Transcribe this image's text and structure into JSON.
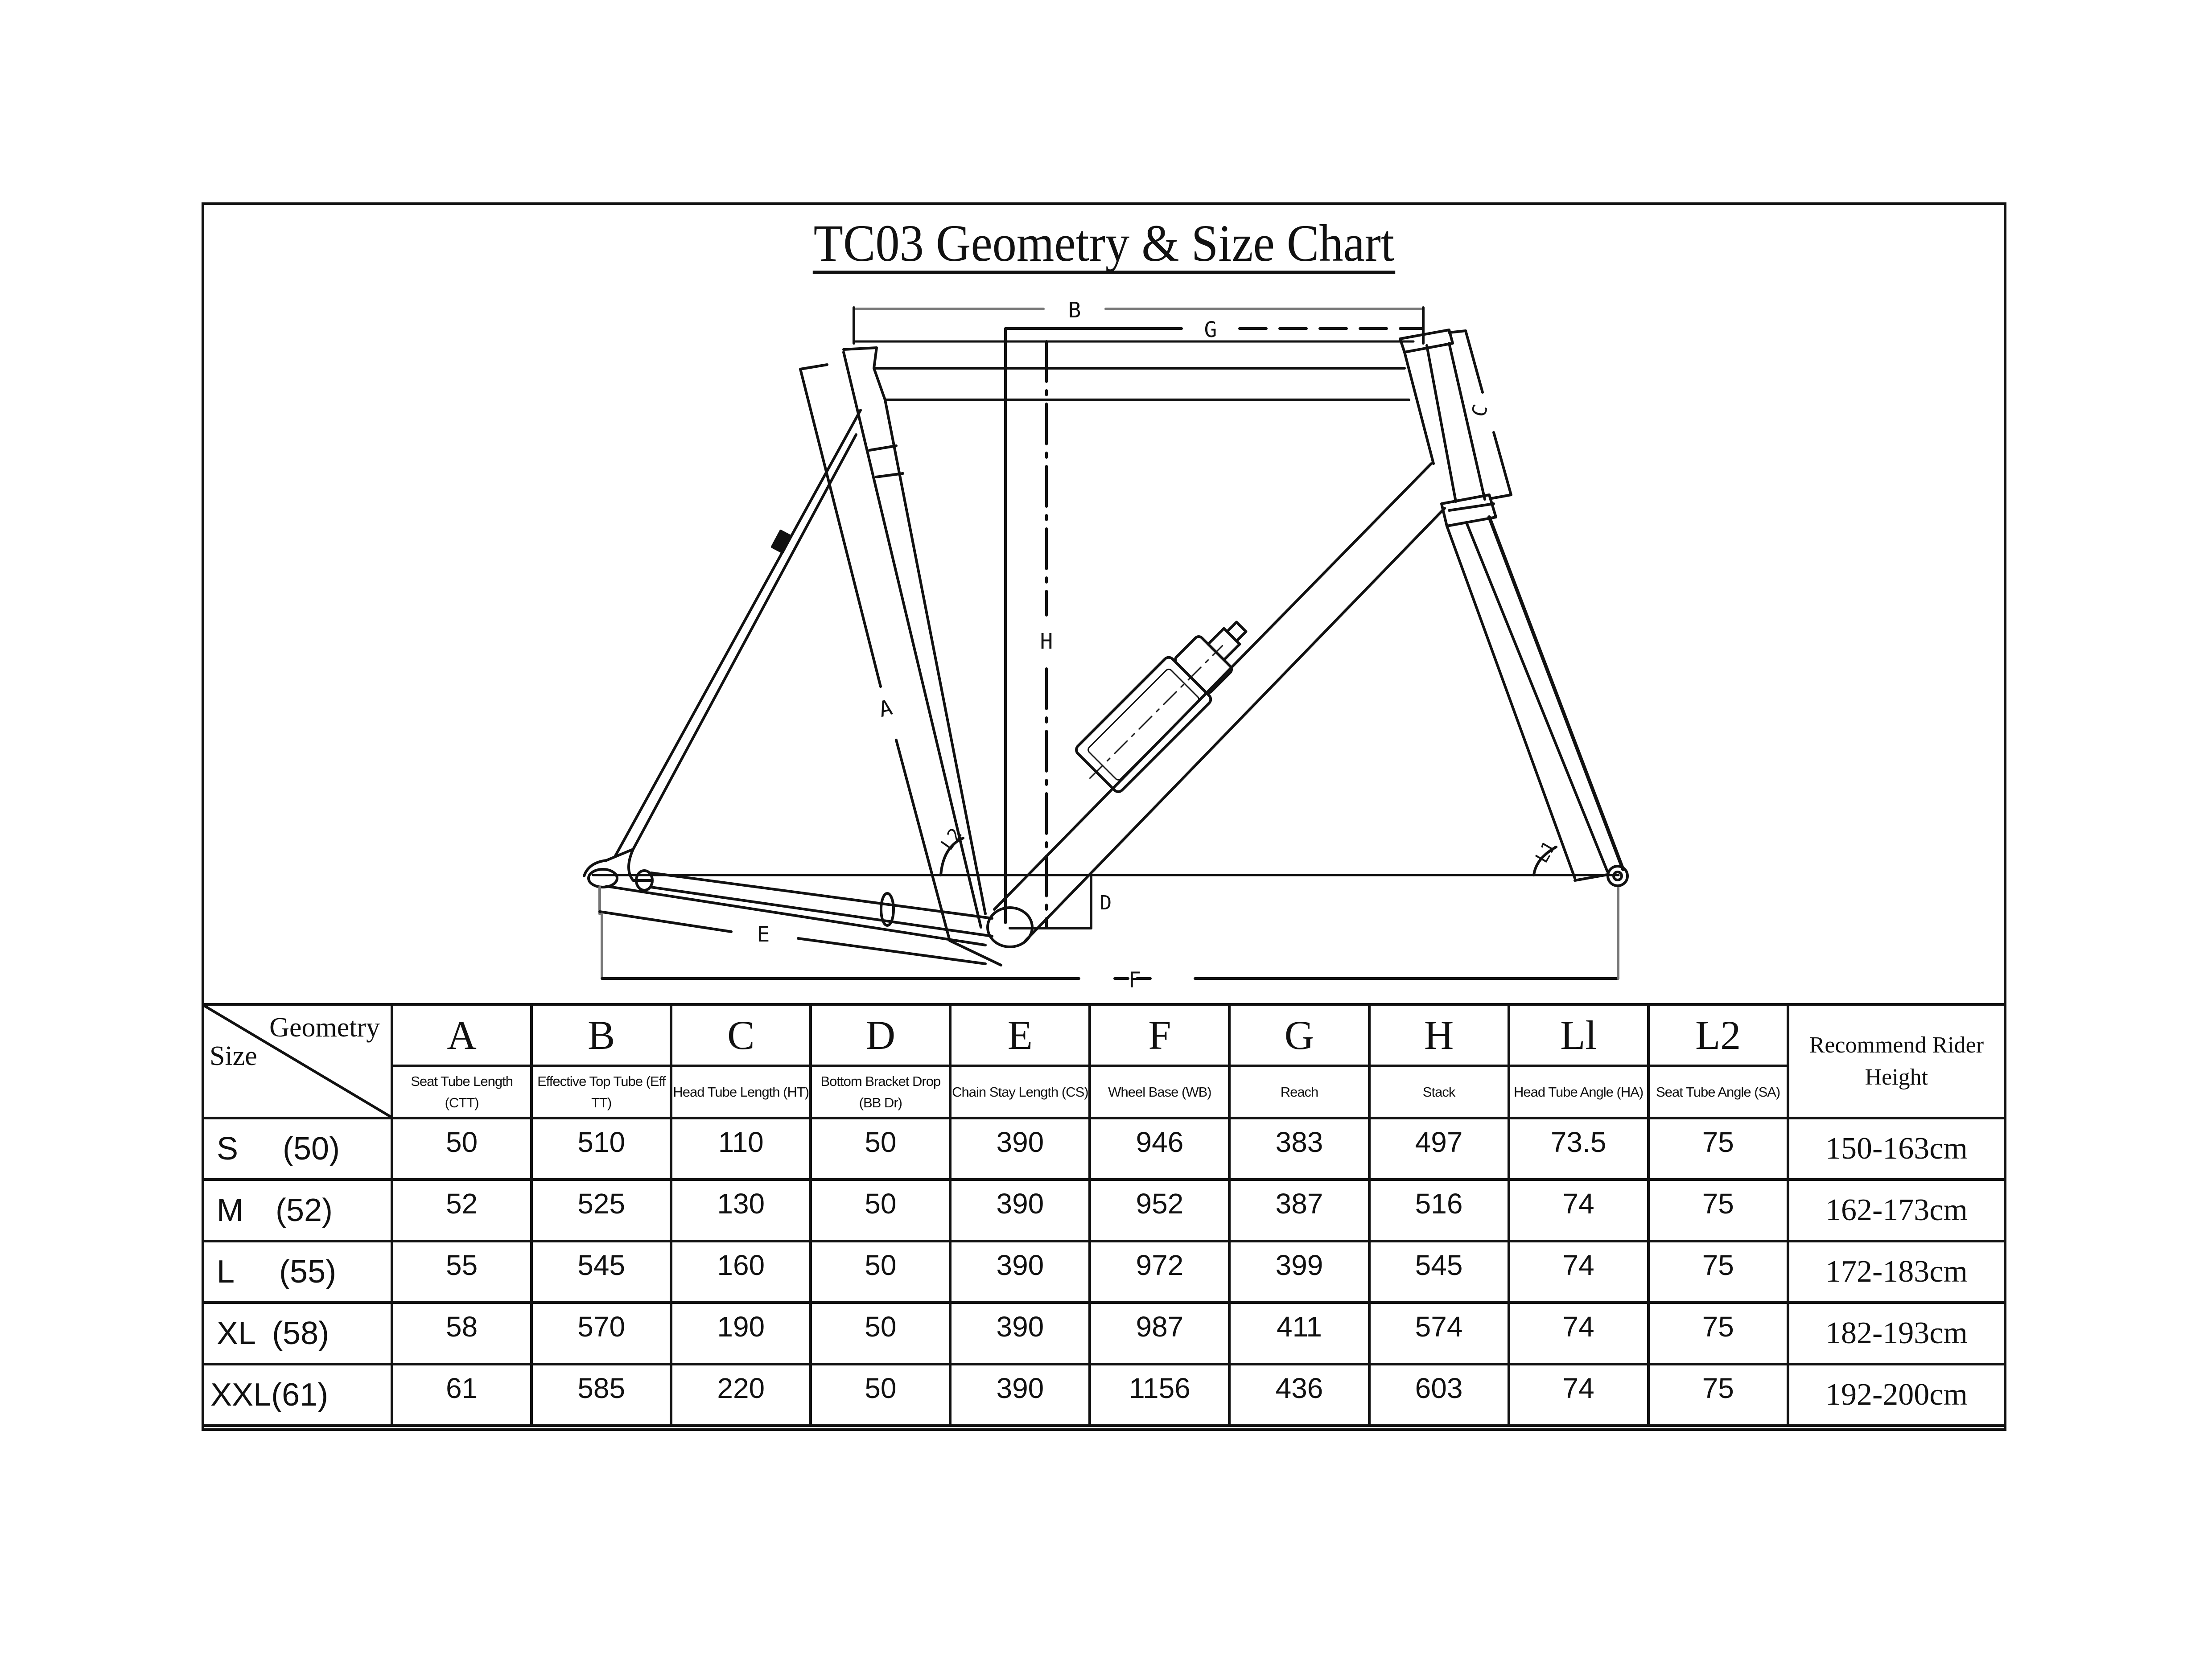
{
  "title": "TC03 Geometry & Size Chart",
  "diagram": {
    "labels": {
      "A": "A",
      "B": "B",
      "C": "C",
      "D": "D",
      "E": "E",
      "F": "F",
      "G": "G",
      "H": "H",
      "L1": "L1",
      "L2": "L2"
    },
    "icon": "bicycle-frame-geometry-drawing"
  },
  "table": {
    "corner": {
      "geometry": "Geometry",
      "size": "Size"
    },
    "columns": [
      {
        "letter": "A",
        "desc": "Seat Tube Length (CTT)"
      },
      {
        "letter": "B",
        "desc": "Effective Top Tube (Eff TT)"
      },
      {
        "letter": "C",
        "desc": "Head Tube Length (HT)"
      },
      {
        "letter": "D",
        "desc": "Bottom Bracket Drop (BB Dr)"
      },
      {
        "letter": "E",
        "desc": "Chain Stay Length (CS)"
      },
      {
        "letter": "F",
        "desc": "Wheel Base (WB)"
      },
      {
        "letter": "G",
        "desc": "Reach"
      },
      {
        "letter": "H",
        "desc": "Stack"
      },
      {
        "letter": "Ll",
        "desc": "Head Tube Angle (HA)"
      },
      {
        "letter": "L2",
        "desc": "Seat Tube Angle (SA)"
      }
    ],
    "rider_height_header": "Recommend Rider Height",
    "rows": [
      {
        "size": "S",
        "num": "(50)",
        "values": [
          "50",
          "510",
          "110",
          "50",
          "390",
          "946",
          "383",
          "497",
          "73.5",
          "75"
        ],
        "height": "150-163cm"
      },
      {
        "size": "M",
        "num": "(52)",
        "values": [
          "52",
          "525",
          "130",
          "50",
          "390",
          "952",
          "387",
          "516",
          "74",
          "75"
        ],
        "height": "162-173cm"
      },
      {
        "size": "L",
        "num": "(55)",
        "values": [
          "55",
          "545",
          "160",
          "50",
          "390",
          "972",
          "399",
          "545",
          "74",
          "75"
        ],
        "height": "172-183cm"
      },
      {
        "size": "XL",
        "num": "(58)",
        "values": [
          "58",
          "570",
          "190",
          "50",
          "390",
          "987",
          "411",
          "574",
          "74",
          "75"
        ],
        "height": "182-193cm"
      },
      {
        "size": "XXL",
        "num": "(61)",
        "values": [
          "61",
          "585",
          "220",
          "50",
          "390",
          "1156",
          "436",
          "603",
          "74",
          "75"
        ],
        "height": "192-200cm"
      }
    ]
  },
  "chart_data": {
    "type": "table",
    "title": "TC03 Geometry & Size Chart",
    "columns": [
      "Size",
      "A Seat Tube Length (CTT)",
      "B Effective Top Tube (Eff TT)",
      "C Head Tube Length (HT)",
      "D Bottom Bracket Drop (BB Dr)",
      "E Chain Stay Length (CS)",
      "F Wheel Base (WB)",
      "G Reach",
      "H Stack",
      "L1 Head Tube Angle (HA)",
      "L2 Seat Tube Angle (SA)",
      "Recommend Rider Height"
    ],
    "rows": [
      [
        "S (50)",
        50,
        510,
        110,
        50,
        390,
        946,
        383,
        497,
        73.5,
        75,
        "150-163cm"
      ],
      [
        "M (52)",
        52,
        525,
        130,
        50,
        390,
        952,
        387,
        516,
        74,
        75,
        "162-173cm"
      ],
      [
        "L (55)",
        55,
        545,
        160,
        50,
        390,
        972,
        399,
        545,
        74,
        75,
        "172-183cm"
      ],
      [
        "XL (58)",
        58,
        570,
        190,
        50,
        390,
        987,
        411,
        574,
        74,
        75,
        "182-193cm"
      ],
      [
        "XXL (61)",
        61,
        585,
        220,
        50,
        390,
        1156,
        436,
        603,
        74,
        75,
        "192-200cm"
      ]
    ]
  }
}
